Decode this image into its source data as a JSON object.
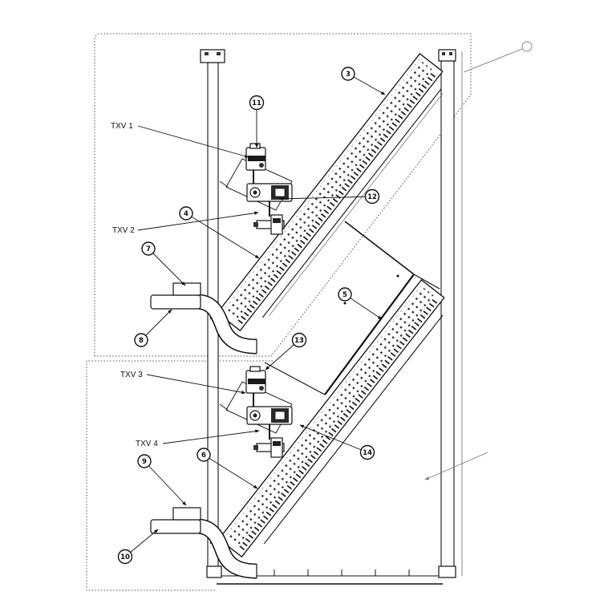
{
  "callouts": {
    "c3": "3",
    "c4": "4",
    "c5": "5",
    "c6": "6",
    "c7": "7",
    "c8": "8",
    "c9": "9",
    "c10": "10",
    "c11": "11",
    "c12": "12",
    "c13": "13",
    "c14": "14"
  },
  "valve_labels": {
    "txv1": "TXV 1",
    "txv2": "TXV 2",
    "txv3": "TXV 3",
    "txv4": "TXV 4"
  }
}
